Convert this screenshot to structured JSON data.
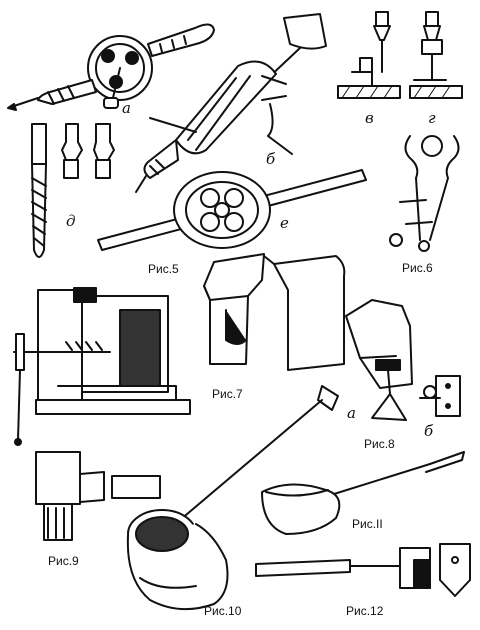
{
  "figure": {
    "letters": {
      "a": "а",
      "b": "б",
      "v": "в",
      "g": "г",
      "d": "д",
      "e": "е",
      "a8": "а",
      "b8": "б"
    },
    "captions": {
      "fig5": "Рис.5",
      "fig6": "Рис.6",
      "fig7": "Рис.7",
      "fig8": "Рис.8",
      "fig9": "Рис.9",
      "fig10": "Рис.10",
      "fig11": "Рис.ІІ",
      "fig12": "Рис.12"
    }
  }
}
